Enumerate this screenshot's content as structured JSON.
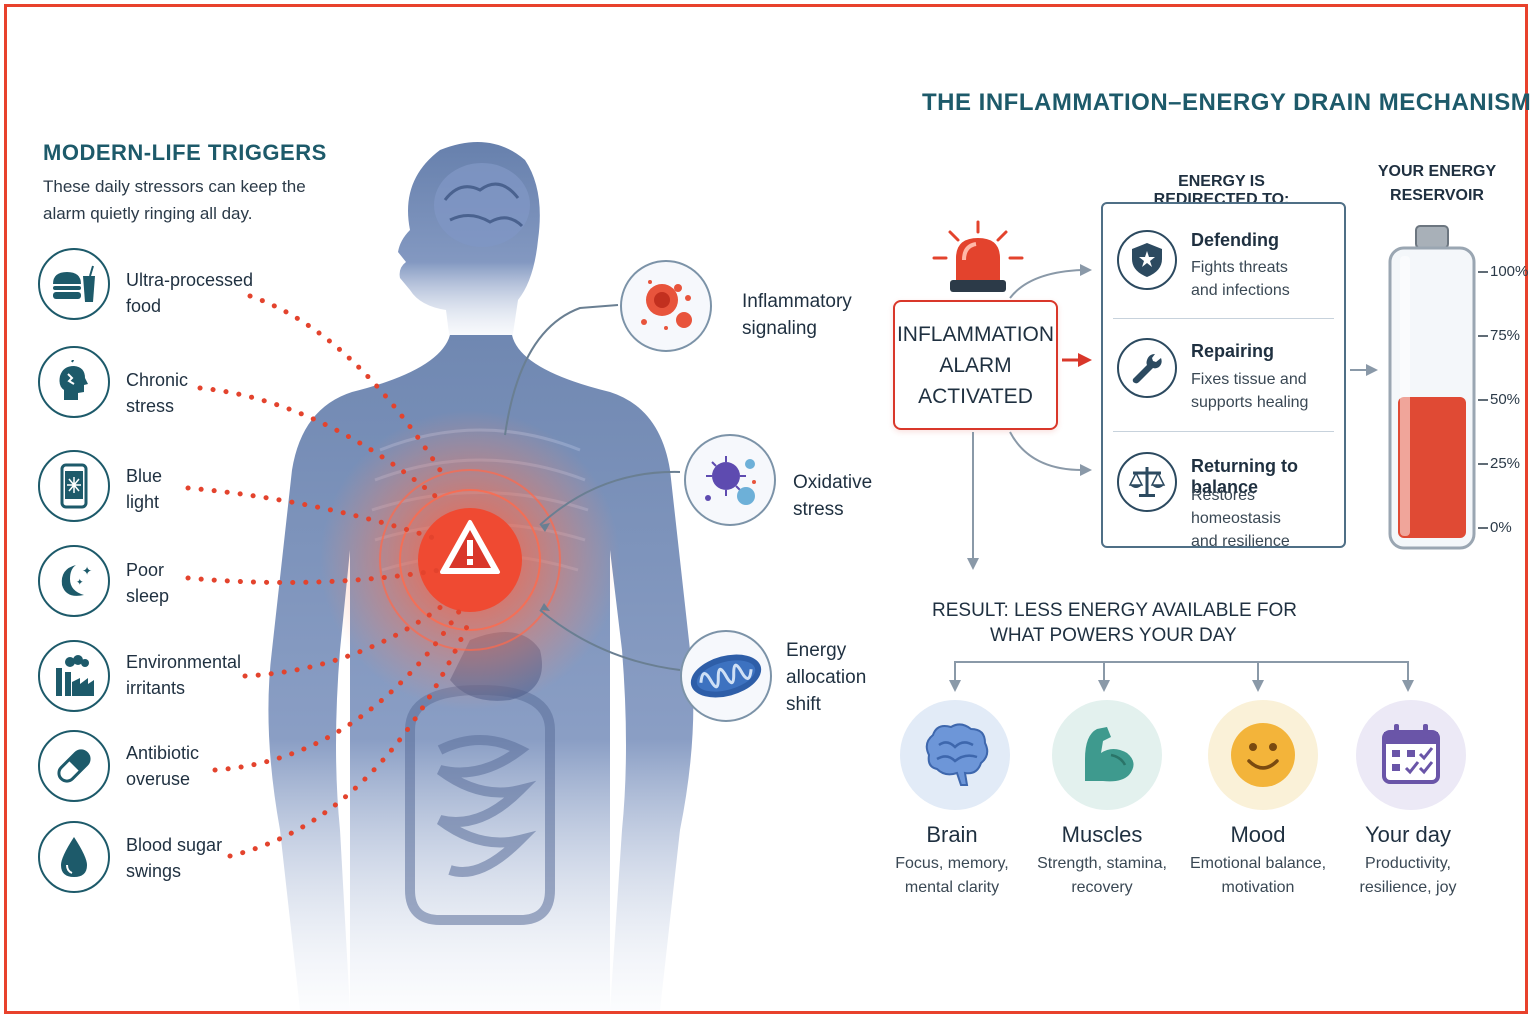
{
  "left": {
    "title": "MODERN-LIFE TRIGGERS",
    "intro": "These daily stressors can keep the alarm quietly ringing all day.",
    "triggers": [
      {
        "line1": "Ultra-processed",
        "line2": "food",
        "icon": "fast-food-icon"
      },
      {
        "line1": "Chronic",
        "line2": "stress",
        "icon": "stressed-head-icon"
      },
      {
        "line1": "Blue",
        "line2": "light",
        "icon": "phone-icon"
      },
      {
        "line1": "Poor",
        "line2": "sleep",
        "icon": "moon-icon"
      },
      {
        "line1": "Environmental",
        "line2": "irritants",
        "icon": "factory-icon"
      },
      {
        "line1": "Antibiotic",
        "line2": "overuse",
        "icon": "pill-icon"
      },
      {
        "line1": "Blood sugar",
        "line2": "swings",
        "icon": "blood-drop-icon"
      }
    ]
  },
  "middle": {
    "mechanisms": [
      {
        "line1": "Inflammatory",
        "line2": "signaling",
        "icon": "immune-cells-icon"
      },
      {
        "line1": "Oxidative",
        "line2": "stress",
        "icon": "virus-particles-icon"
      },
      {
        "line1": "Energy",
        "line2": "allocation",
        "line3": "shift",
        "icon": "mitochondria-icon"
      }
    ],
    "center_icon": "warning-icon"
  },
  "right": {
    "title": "THE INFLAMMATION–ENERGY DRAIN MECHANISM",
    "alarm": {
      "line1": "INFLAMMATION",
      "line2": "ALARM",
      "line3": "ACTIVATED",
      "icon": "siren-icon"
    },
    "redirected_title": "ENERGY IS REDIRECTED TO:",
    "redirected": [
      {
        "title": "Defending",
        "desc1": "Fights threats",
        "desc2": "and infections",
        "icon": "shield-icon"
      },
      {
        "title": "Repairing",
        "desc1": "Fixes tissue and",
        "desc2": "supports healing",
        "icon": "wrench-icon"
      },
      {
        "title": "Returning to balance",
        "desc1": "Restores homeostasis",
        "desc2": "and resilience",
        "icon": "scale-icon"
      }
    ],
    "reservoir": {
      "title_line1": "YOUR ENERGY",
      "title_line2": "RESERVOIR",
      "ticks": [
        "100%",
        "75%",
        "50%",
        "25%",
        "0%"
      ],
      "level": 0.5,
      "color": "#e04a34"
    },
    "result": {
      "line1": "RESULT:  LESS ENERGY AVAILABLE FOR",
      "line2": "WHAT POWERS YOUR DAY"
    },
    "powers": [
      {
        "title": "Brain",
        "desc1": "Focus, memory,",
        "desc2": "mental clarity",
        "icon": "brain-icon"
      },
      {
        "title": "Muscles",
        "desc1": "Strength, stamina,",
        "desc2": "recovery",
        "icon": "flexed-arm-icon"
      },
      {
        "title": "Mood",
        "desc1": "Emotional balance,",
        "desc2": "motivation",
        "icon": "smiley-icon"
      },
      {
        "title": "Your day",
        "desc1": "Productivity,",
        "desc2": "resilience, joy",
        "icon": "calendar-icon"
      }
    ]
  },
  "colors": {
    "accent": "#1d5a6a",
    "alarm": "#d9372a",
    "border": "#e8412c"
  }
}
